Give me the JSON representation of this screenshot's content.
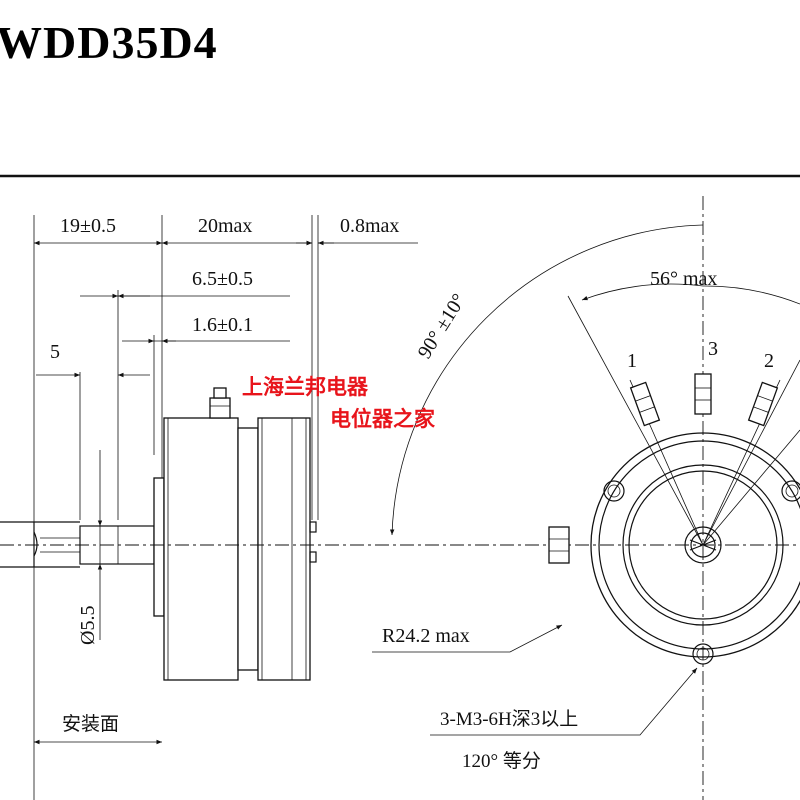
{
  "title": "WDD35D4",
  "dimensions": {
    "shaft_length": "19±0.5",
    "body_length": "20max",
    "terminal_gap": "0.8max",
    "d_6_5": "6.5±0.5",
    "d_1_6": "1.6±0.1",
    "d_5": "5",
    "shaft_diameter": "Ø5.5",
    "mount_face": "安装面",
    "angle_total": "90° ±10°",
    "angle_terminals": "56°  max",
    "radius": "R24.2 max",
    "screw_holes": "3-M3-6H深3以上",
    "equal_spacing": "120°  等分"
  },
  "terminals": [
    "1",
    "3",
    "2"
  ],
  "watermark": {
    "line1": "上海兰邦电器",
    "line2": "电位器之家",
    "color": "#e8141b"
  }
}
